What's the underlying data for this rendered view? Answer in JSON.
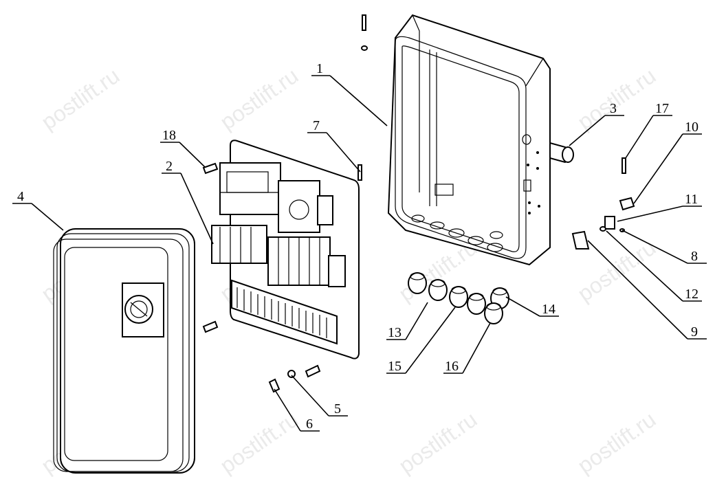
{
  "watermark": "postlift.ru",
  "callouts": [
    "1",
    "2",
    "3",
    "4",
    "5",
    "6",
    "7",
    "8",
    "9",
    "10",
    "11",
    "12",
    "13",
    "14",
    "15",
    "16",
    "17",
    "18"
  ]
}
